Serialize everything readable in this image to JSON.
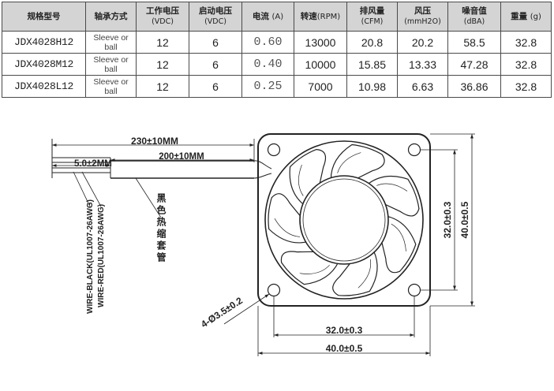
{
  "table": {
    "headers": [
      {
        "label": "规格型号",
        "unit": ""
      },
      {
        "label": "轴承方式",
        "unit": ""
      },
      {
        "label": "工作电压",
        "unit": "(VDC)"
      },
      {
        "label": "启动电压",
        "unit": "(VDC)"
      },
      {
        "label": "电流",
        "unit": "(A)"
      },
      {
        "label": "转速",
        "unit": "(RPM)"
      },
      {
        "label": "排风量",
        "unit": "(CFM)"
      },
      {
        "label": "风压",
        "unit": "(mmH2O)"
      },
      {
        "label": "噪音值",
        "unit": "(dBA)"
      },
      {
        "label": "重量",
        "unit": "(g)"
      }
    ],
    "rows": [
      {
        "model": "JDX4028H12",
        "bearing_1": "Sleeve or",
        "bearing_2": "ball",
        "voltage": "12",
        "start_voltage": "6",
        "current": "0.60",
        "speed": "13000",
        "airflow": "20.8",
        "pressure": "20.2",
        "noise": "58.5",
        "weight": "32.8"
      },
      {
        "model": "JDX4028M12",
        "bearing_1": "Sleeve or",
        "bearing_2": "ball",
        "voltage": "12",
        "start_voltage": "6",
        "current": "0.40",
        "speed": "10000",
        "airflow": "15.85",
        "pressure": "13.33",
        "noise": "47.28",
        "weight": "32.8"
      },
      {
        "model": "JDX4028L12",
        "bearing_1": "Sleeve or",
        "bearing_2": "ball",
        "voltage": "12",
        "start_voltage": "6",
        "current": "0.25",
        "speed": "7000",
        "airflow": "10.98",
        "pressure": "6.63",
        "noise": "36.86",
        "weight": "32.8"
      }
    ]
  },
  "drawing": {
    "cable_total": "230±10MM",
    "cable_sleeve": "200±10MM",
    "strip_length": "5.0±2MM",
    "wire_black": "WIRE-BLACK(UL1007-26AWG)",
    "wire_red": "WIRE-RED(UL1007-26AWG)",
    "sleeve_note": "黑色热缩套管",
    "hole_spacing_v": "32.0±0.3",
    "frame_size_v": "40.0±0.5",
    "hole_spacing_h": "32.0±0.3",
    "frame_size_h": "40.0±0.5",
    "mount_holes": "4-Ø3.5±0.2"
  }
}
